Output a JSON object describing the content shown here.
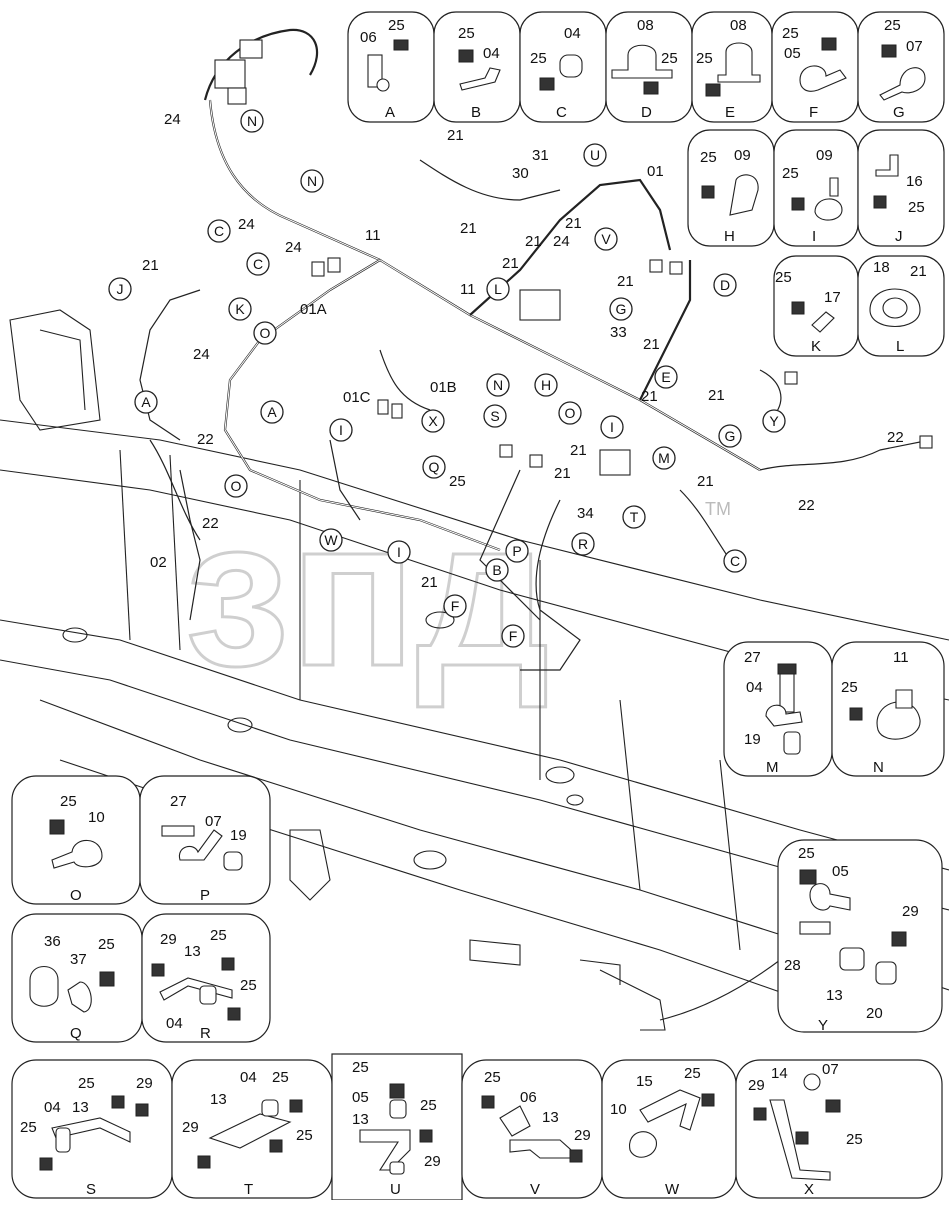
{
  "watermark": {
    "text": "зпд",
    "tm": "TM"
  },
  "detail_boxes": [
    {
      "letter": "A",
      "parts": [
        "06",
        "25"
      ]
    },
    {
      "letter": "B",
      "parts": [
        "25",
        "04"
      ]
    },
    {
      "letter": "C",
      "parts": [
        "25",
        "04"
      ]
    },
    {
      "letter": "D",
      "parts": [
        "08",
        "25"
      ]
    },
    {
      "letter": "E",
      "parts": [
        "25",
        "08"
      ]
    },
    {
      "letter": "F",
      "parts": [
        "25",
        "05"
      ]
    },
    {
      "letter": "G",
      "parts": [
        "25",
        "07"
      ]
    },
    {
      "letter": "H",
      "parts": [
        "25",
        "09"
      ]
    },
    {
      "letter": "I",
      "parts": [
        "25",
        "09"
      ]
    },
    {
      "letter": "J",
      "parts": [
        "16",
        "25"
      ]
    },
    {
      "letter": "K",
      "parts": [
        "25",
        "17"
      ]
    },
    {
      "letter": "L",
      "parts": [
        "18",
        "21"
      ]
    },
    {
      "letter": "M",
      "parts": [
        "27",
        "04",
        "19"
      ]
    },
    {
      "letter": "N",
      "parts": [
        "11",
        "25"
      ]
    },
    {
      "letter": "O",
      "parts": [
        "25",
        "10"
      ]
    },
    {
      "letter": "P",
      "parts": [
        "27",
        "07",
        "19"
      ]
    },
    {
      "letter": "Q",
      "parts": [
        "36",
        "37",
        "25"
      ]
    },
    {
      "letter": "R",
      "parts": [
        "29",
        "13",
        "25",
        "25",
        "04"
      ]
    },
    {
      "letter": "Y",
      "parts": [
        "25",
        "05",
        "29",
        "28",
        "13",
        "20"
      ]
    },
    {
      "letter": "S",
      "parts": [
        "25",
        "29",
        "04",
        "13",
        "25"
      ]
    },
    {
      "letter": "T",
      "parts": [
        "04",
        "25",
        "13",
        "29",
        "25"
      ]
    },
    {
      "letter": "U",
      "parts": [
        "25",
        "05",
        "13",
        "25",
        "29"
      ]
    },
    {
      "letter": "V",
      "parts": [
        "25",
        "06",
        "13",
        "29"
      ]
    },
    {
      "letter": "W",
      "parts": [
        "15",
        "25",
        "10"
      ]
    },
    {
      "letter": "X",
      "parts": [
        "29",
        "14",
        "07",
        "25"
      ]
    }
  ],
  "main_labels": [
    "24",
    "21",
    "21",
    "31",
    "30",
    "01",
    "21",
    "21",
    "24",
    "24",
    "24",
    "11",
    "01A",
    "21",
    "24",
    "11",
    "21",
    "21",
    "33",
    "21",
    "21",
    "01C",
    "01B",
    "22",
    "22",
    "21",
    "25",
    "21",
    "21",
    "22",
    "22",
    "02",
    "21",
    "34",
    "21"
  ],
  "main_callouts": [
    "N",
    "N",
    "C",
    "C",
    "K",
    "J",
    "O",
    "A",
    "A",
    "O",
    "U",
    "V",
    "D",
    "L",
    "G",
    "N",
    "H",
    "S",
    "O",
    "E",
    "I",
    "Y",
    "G",
    "X",
    "I",
    "Q",
    "M",
    "T",
    "C",
    "W",
    "I",
    "P",
    "B",
    "F",
    "F",
    "R"
  ]
}
